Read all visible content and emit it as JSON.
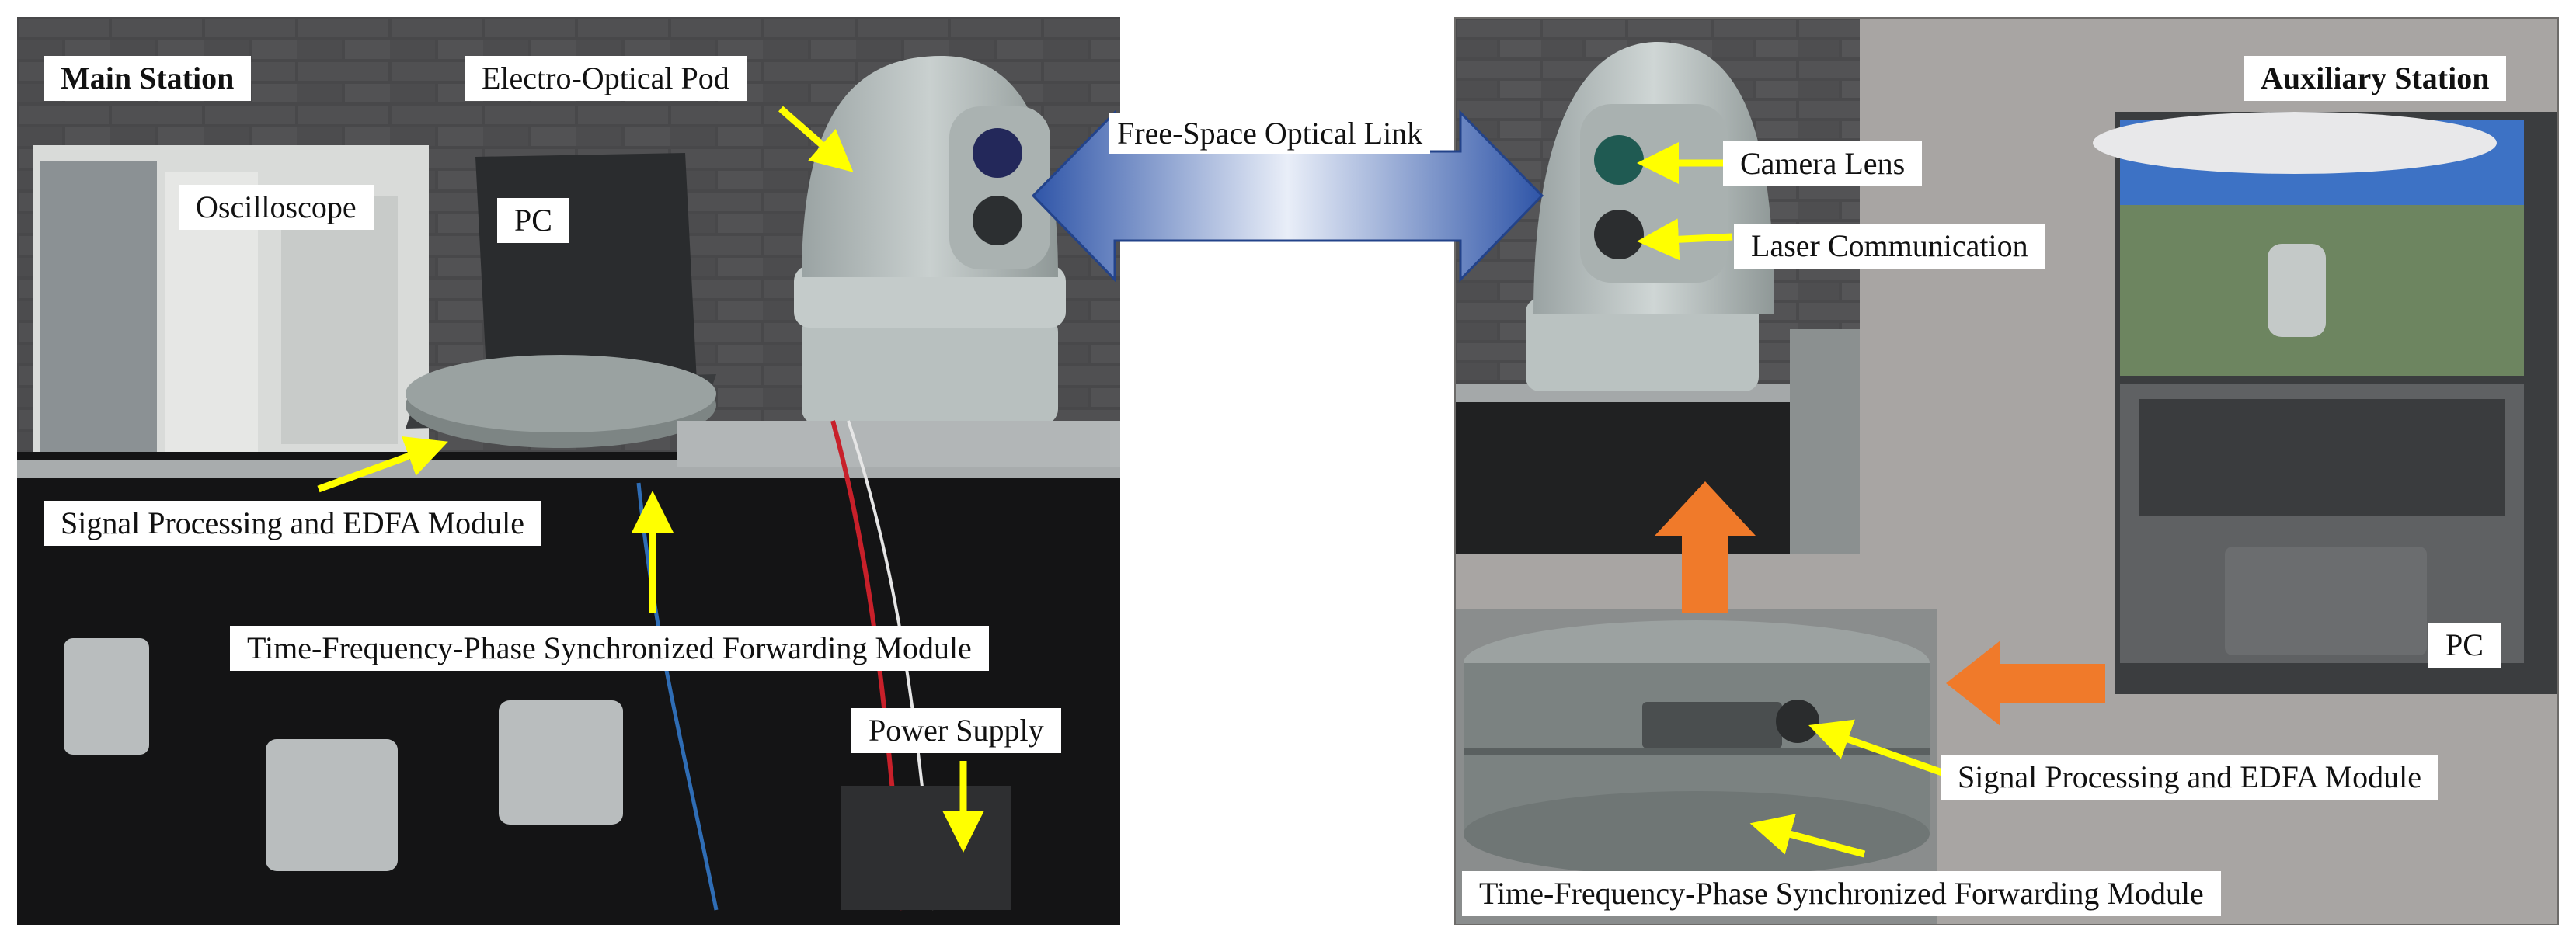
{
  "labels": {
    "main_station": "Main Station",
    "electro_optical_pod": "Electro-Optical Pod",
    "oscilloscope": "Oscilloscope",
    "pc_left": "PC",
    "signal_processing_left": "Signal Processing and EDFA Module",
    "time_frequency_left": "Time-Frequency-Phase Synchronized Forwarding Module",
    "power_supply": "Power Supply",
    "free_space_optical_link": "Free-Space Optical Link",
    "auxiliary_station": "Auxiliary Station",
    "camera_lens": "Camera Lens",
    "laser_communication": "Laser Communication",
    "pc_right": "PC",
    "signal_processing_right": "Signal Processing and EDFA Module",
    "time_frequency_right": "Time-Frequency-Phase Synchronized Forwarding Module"
  },
  "colors": {
    "callout_arrow": "#ffff00",
    "link_arrow": "#3a5fb0",
    "flow_arrow": "#f07a2a"
  }
}
